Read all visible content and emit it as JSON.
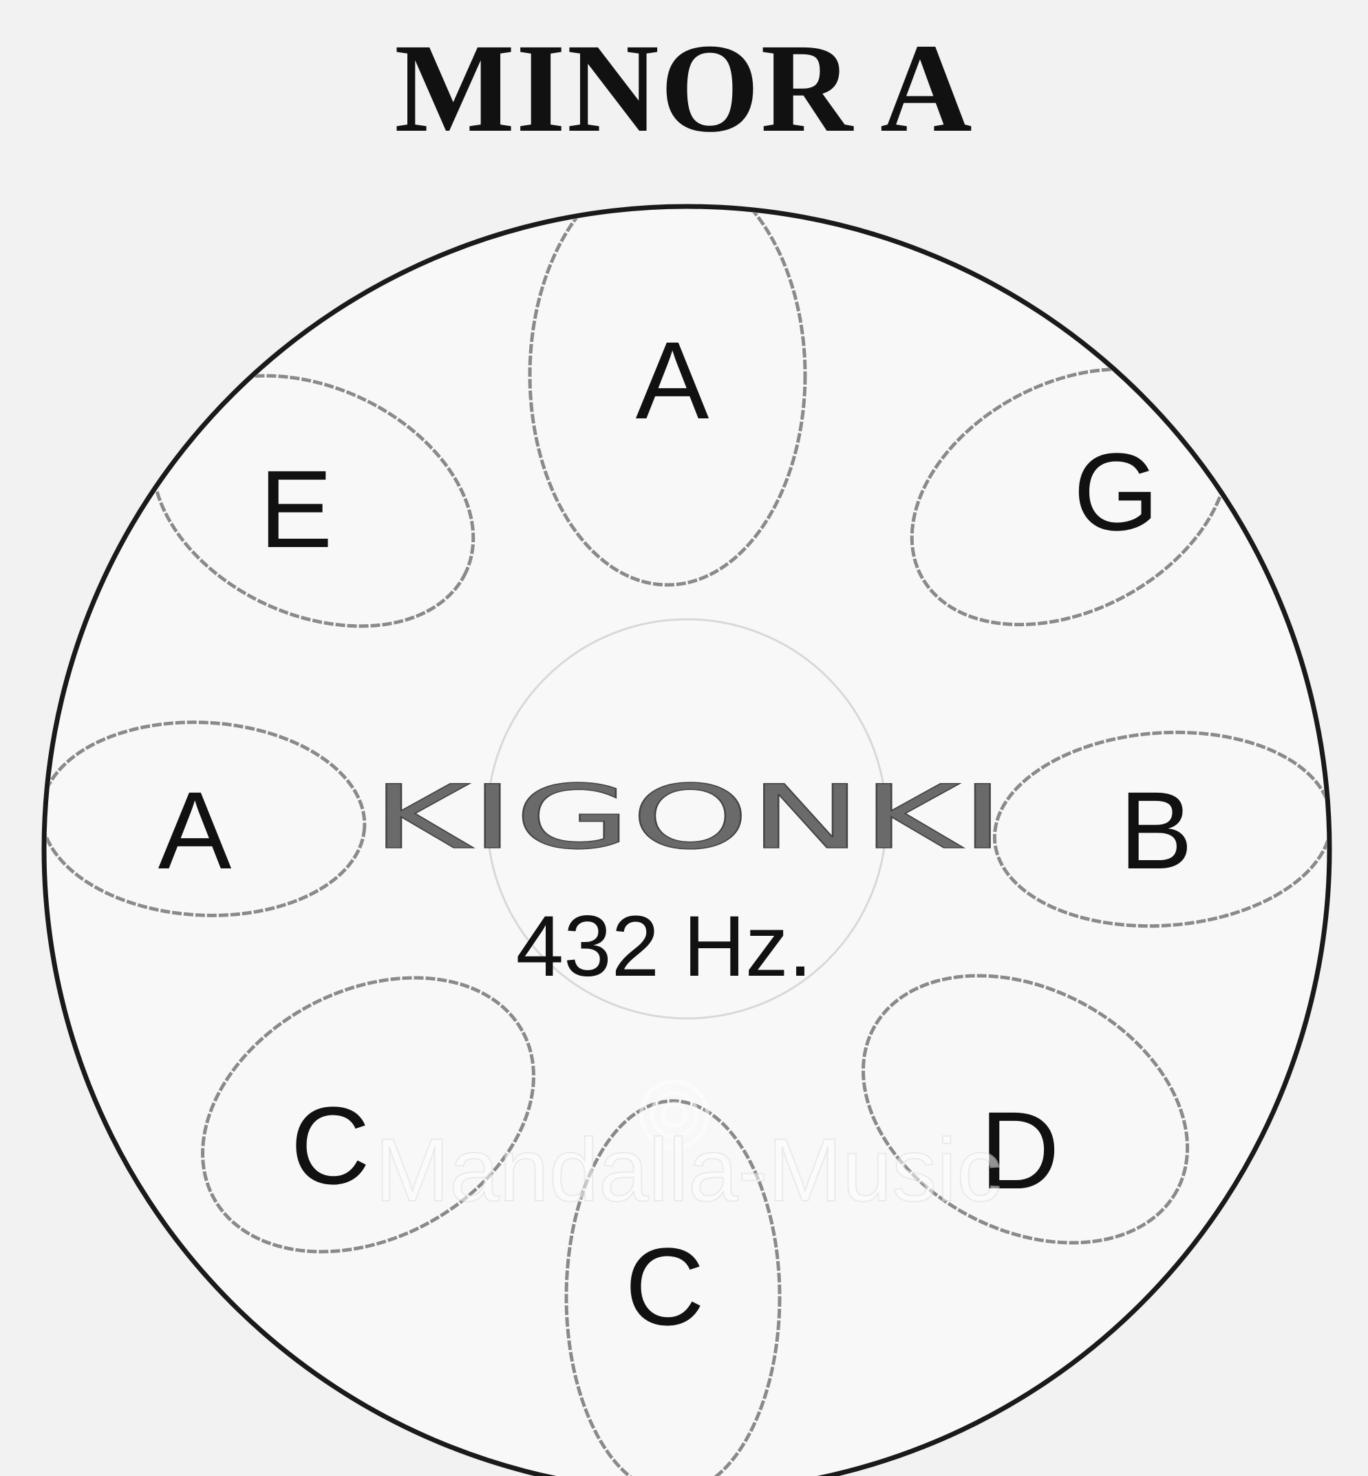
{
  "title": "MINOR A",
  "colors": {
    "background": "#f2f2f2",
    "drum_fill": "#f8f8f8",
    "outline": "#1a1a1a",
    "tone_field": "#8a8a8a",
    "text": "#111111",
    "brand_text": "#6a6a6a",
    "watermark": "#ffffff"
  },
  "drum": {
    "brand": "KIGONKI",
    "tuning": "432 Hz.",
    "notes": [
      {
        "position": "top",
        "label": "A"
      },
      {
        "position": "upper-right",
        "label": "G"
      },
      {
        "position": "right",
        "label": "B"
      },
      {
        "position": "lower-right",
        "label": "D"
      },
      {
        "position": "bottom",
        "label": "C"
      },
      {
        "position": "lower-left",
        "label": "C"
      },
      {
        "position": "left",
        "label": "A"
      },
      {
        "position": "upper-left",
        "label": "E"
      }
    ]
  },
  "watermark": {
    "text": "Mandalla-Music",
    "icon": "spiral-logo-icon"
  }
}
